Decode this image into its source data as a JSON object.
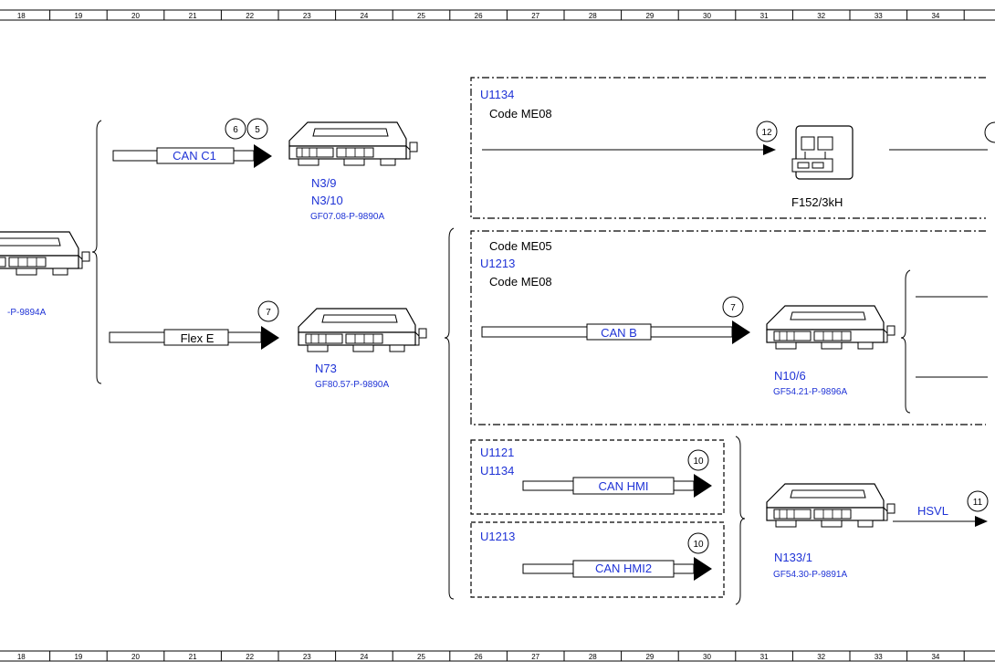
{
  "colors": {
    "line": "#000000",
    "blue": "#1f33d6",
    "black": "#000000"
  },
  "ruler": {
    "columns": [
      "18",
      "19",
      "20",
      "21",
      "22",
      "23",
      "24",
      "25",
      "26",
      "27",
      "28",
      "29",
      "30",
      "31",
      "32",
      "33",
      "34"
    ]
  },
  "left_module": {
    "ref": "-P-9894A"
  },
  "group_left": {
    "can_c1": {
      "bus_label": "CAN C1",
      "callouts": [
        "6",
        "5"
      ],
      "module_codes": [
        "N3/9",
        "N3/10"
      ],
      "ref": "GF07.08-P-9890A"
    },
    "flex_e": {
      "bus_label": "Flex E",
      "callouts": [
        "7"
      ],
      "module_code": "N73",
      "ref": "GF80.57-P-9890A"
    }
  },
  "box_top": {
    "variant": "U1134",
    "code": "Code ME08",
    "callout_in": "12",
    "relay_code": "F152/3kH"
  },
  "box_mid": {
    "code1": "Code ME05",
    "variant": "U1213",
    "code2": "Code ME08",
    "bus_label": "CAN B",
    "callout": "7",
    "module_code": "N10/6",
    "ref": "GF54.21-P-9896A"
  },
  "box_hmi": {
    "variants": [
      "U1121",
      "U1134"
    ],
    "bus_label": "CAN HMI",
    "callout": "10"
  },
  "box_hmi2": {
    "variant": "U1213",
    "bus_label": "CAN HMI2",
    "callout": "10"
  },
  "hsvl": {
    "module_code": "N133/1",
    "ref": "GF54.30-P-9891A",
    "bus_label": "HSVL",
    "callout": "11"
  }
}
